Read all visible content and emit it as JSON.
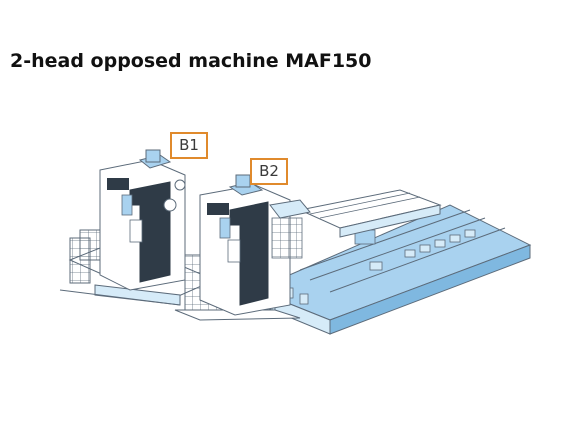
{
  "title": "2-head opposed machine MAF150",
  "labels": {
    "b1": "B1",
    "b2": "B2"
  },
  "colors": {
    "frame_light": "#ffffff",
    "frame_stroke": "#5c6b7a",
    "dark_panel": "#2f3b47",
    "blue_fill": "#a9d2ef",
    "blue_light": "#d6ebf8",
    "label_border": "#e08a2c"
  }
}
